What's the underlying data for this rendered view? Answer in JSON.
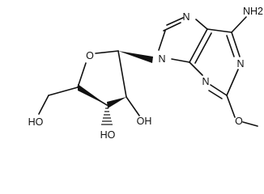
{
  "atom_labels": {
    "nh2": "NH2",
    "n7": "N",
    "n9": "N",
    "n1": "N",
    "n3": "N",
    "o_ring": "O",
    "o_methoxy": "O",
    "ho_5prime": "HO",
    "ho_3prime": "HO",
    "oh_2prime": "OH"
  },
  "ink_color": "#111111"
}
